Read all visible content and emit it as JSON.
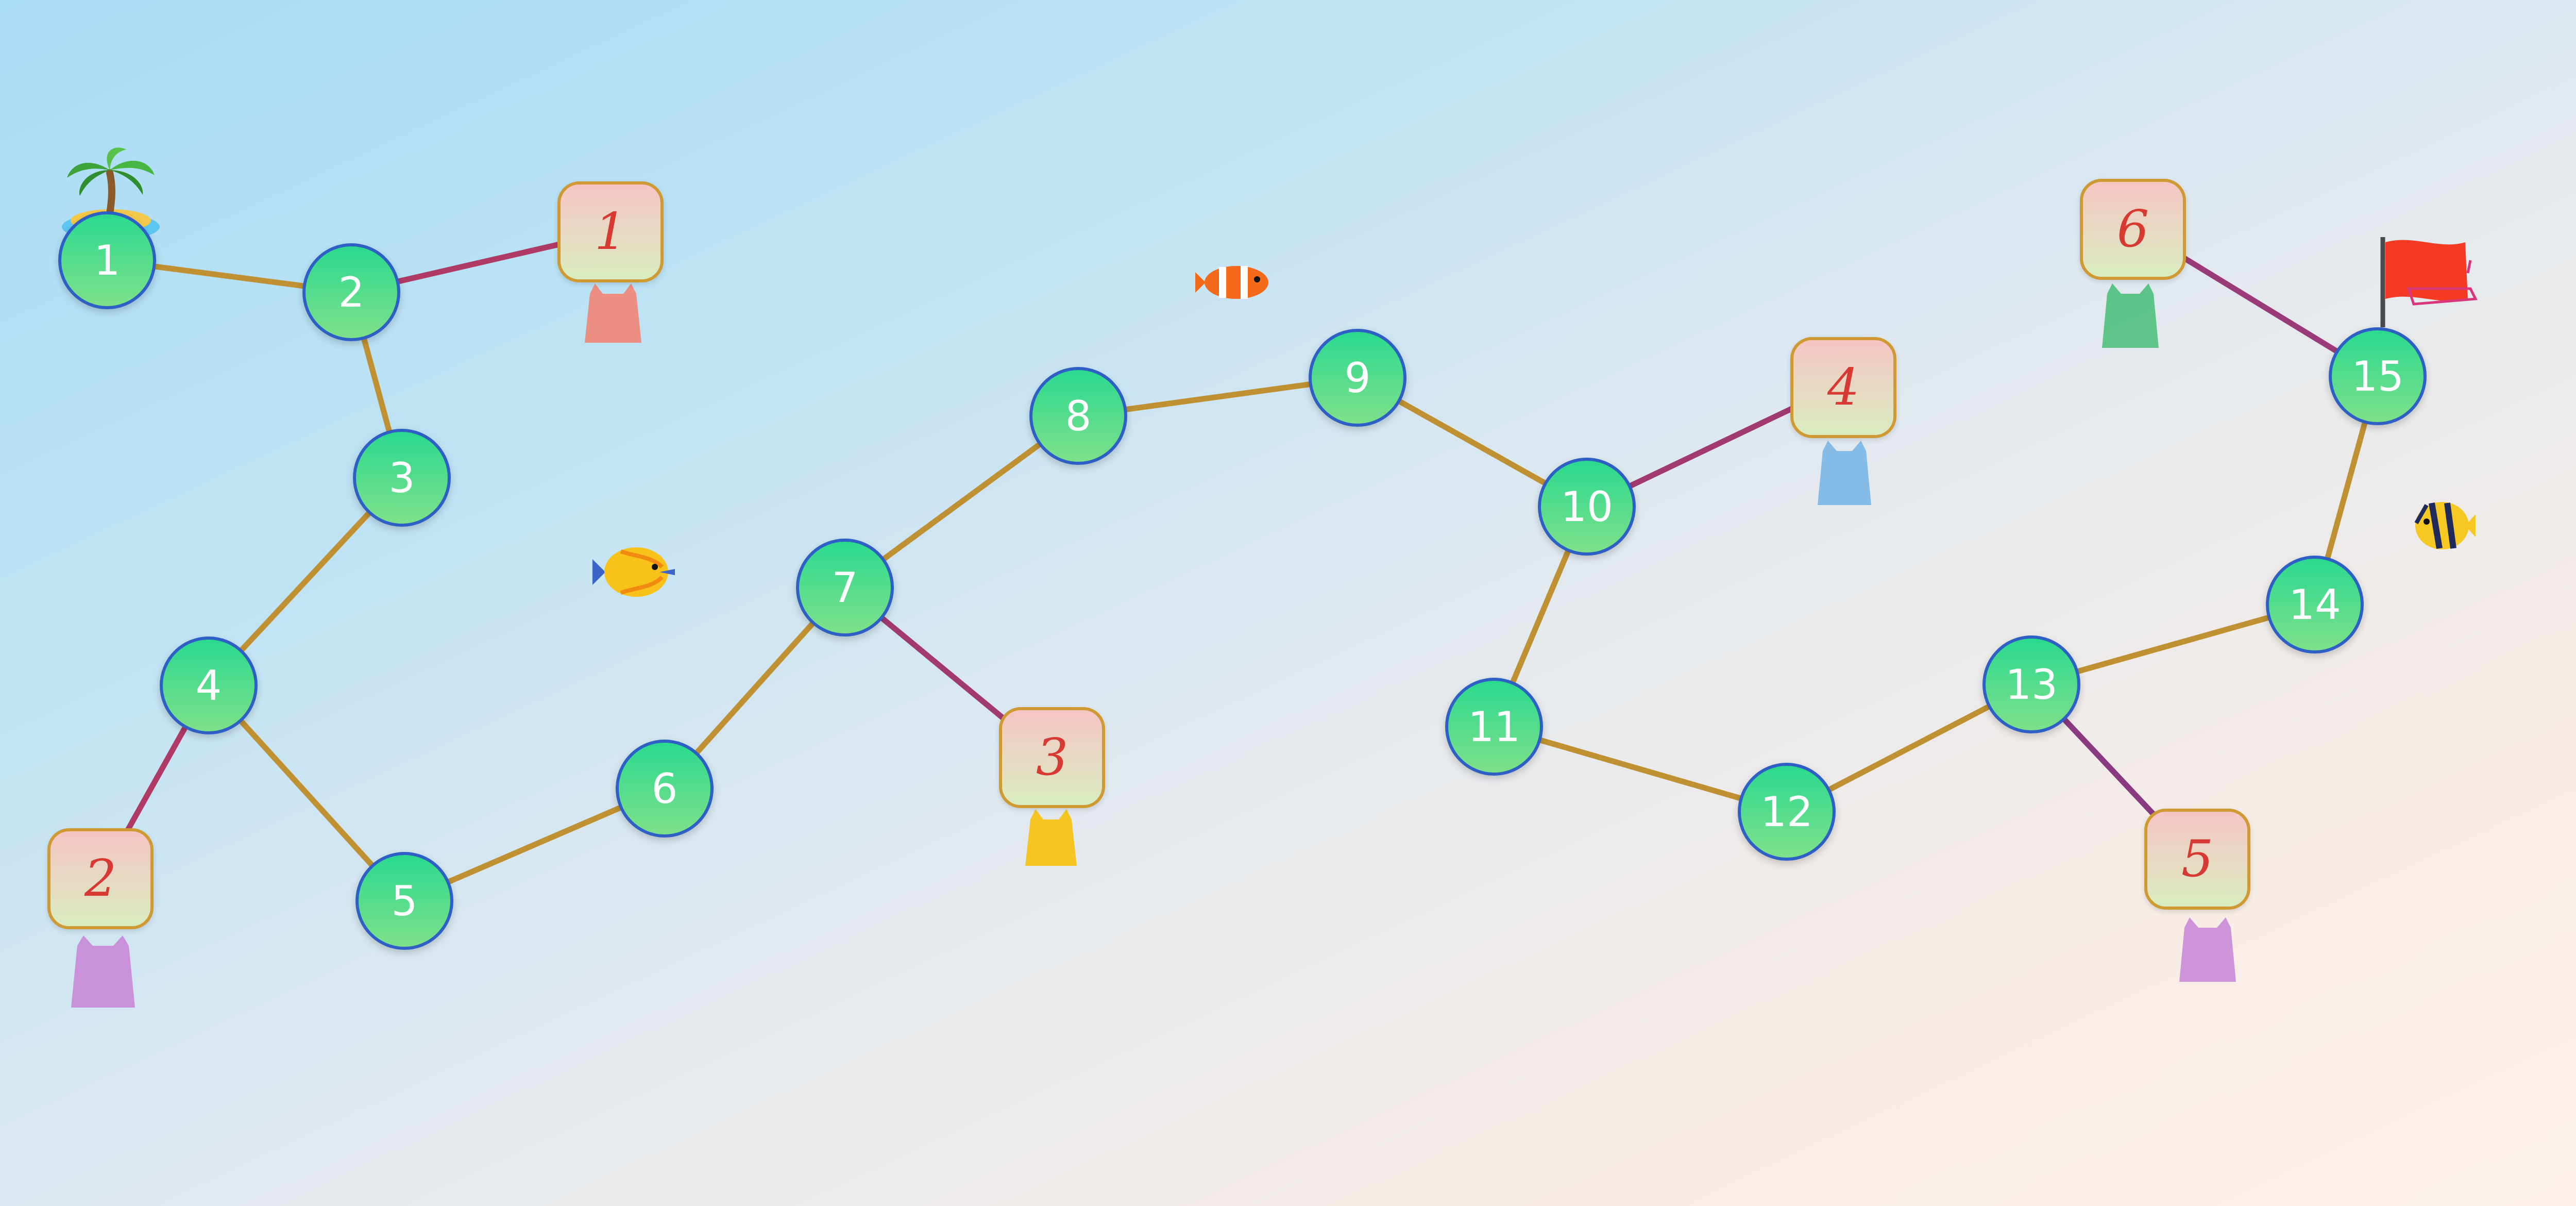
{
  "colors": {
    "path": "#c09132",
    "branch_start": "#6a3b8a",
    "branch_end": "#e0365a",
    "node_border": "#2d5fc4",
    "task_number": "#d63a33"
  },
  "nodes": [
    {
      "label": "1"
    },
    {
      "label": "2"
    },
    {
      "label": "3"
    },
    {
      "label": "4"
    },
    {
      "label": "5"
    },
    {
      "label": "6"
    },
    {
      "label": "7"
    },
    {
      "label": "8"
    },
    {
      "label": "9"
    },
    {
      "label": "10"
    },
    {
      "label": "11"
    },
    {
      "label": "12"
    },
    {
      "label": "13"
    },
    {
      "label": "14"
    },
    {
      "label": "15"
    }
  ],
  "tasks": [
    {
      "label": "1",
      "bag_color": "#f08878",
      "attached_to": "2"
    },
    {
      "label": "2",
      "bag_color": "#c88ad8",
      "attached_to": "4"
    },
    {
      "label": "3",
      "bag_color": "#f5c623",
      "attached_to": "7"
    },
    {
      "label": "4",
      "bag_color": "#7cb6e6",
      "attached_to": "10"
    },
    {
      "label": "5",
      "bag_color": "#c98cd8",
      "attached_to": "13"
    },
    {
      "label": "6",
      "bag_color": "#4fc07c",
      "attached_to": "15"
    }
  ],
  "start_icon": "island-palm-icon",
  "finish_icon": "red-flag-icon",
  "decorations": [
    "clownfish-icon",
    "yellow-tang-fish-icon",
    "striped-angelfish-icon"
  ]
}
